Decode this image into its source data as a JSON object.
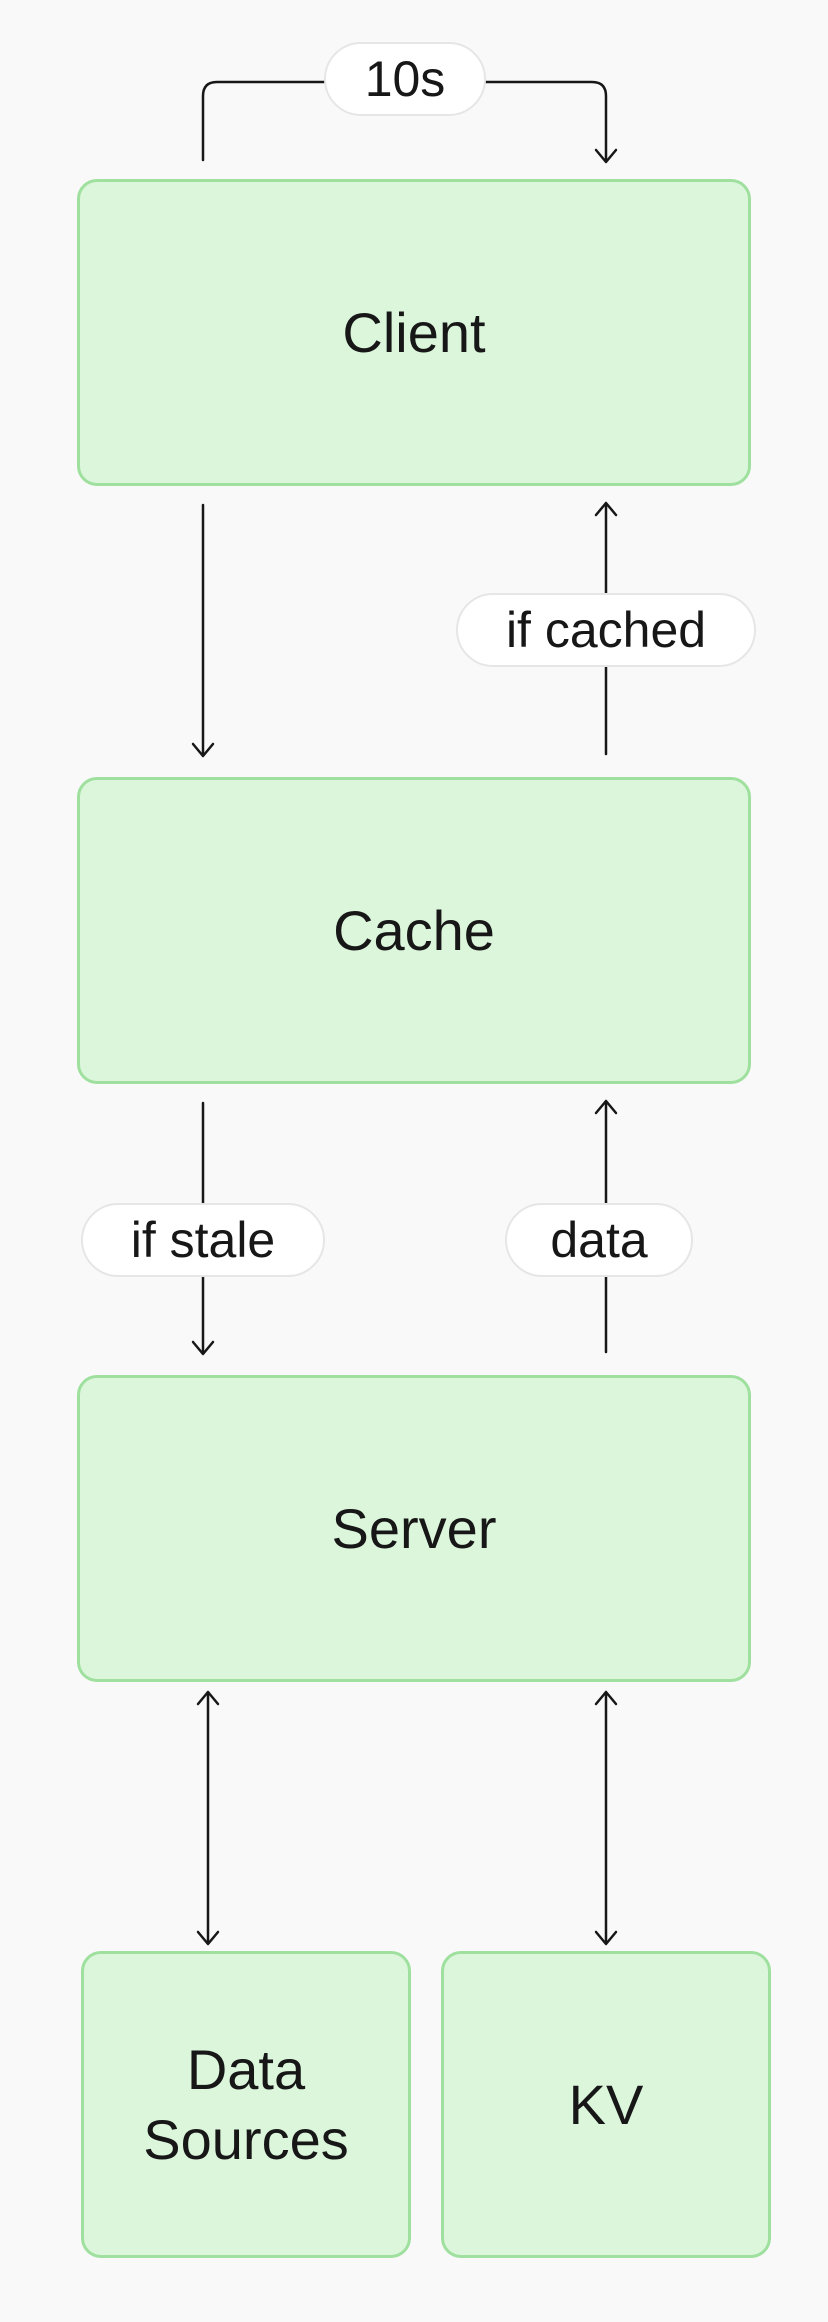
{
  "nodes": {
    "client": "Client",
    "cache": "Cache",
    "server": "Server",
    "data_sources": "Data\nSources",
    "kv": "KV"
  },
  "edge_labels": {
    "interval": "10s",
    "if_cached": "if cached",
    "if_stale": "if stale",
    "data": "data"
  },
  "colors": {
    "background": "#f9f9f9",
    "box_fill": "#dcf6dc",
    "box_border": "#9fe09f",
    "pill_fill": "#ffffff",
    "pill_border": "#e6e6e6",
    "arrow": "#171717"
  }
}
